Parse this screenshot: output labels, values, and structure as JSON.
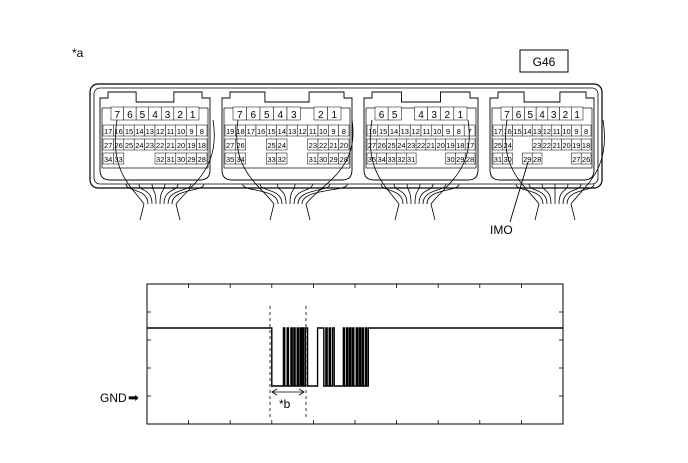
{
  "figure": {
    "callout_a": "*a",
    "connector_code": "G46",
    "imo_label": "IMO",
    "gnd_label": "GND",
    "arrow_glyph": "➡",
    "callout_b": "*b"
  },
  "connector": {
    "blocks": [
      {
        "row1": [
          "7",
          "6",
          "5",
          "4",
          "3",
          "2",
          "1"
        ],
        "row2": [
          "17",
          "16",
          "15",
          "14",
          "13",
          "12",
          "11",
          "10",
          "9",
          "8"
        ],
        "row3": [
          "27",
          "26",
          "25",
          "24",
          "23",
          "22",
          "21",
          "20",
          "19",
          "18"
        ],
        "row4": [
          "34",
          "33",
          "",
          "",
          "",
          "32",
          "31",
          "30",
          "29",
          "28"
        ]
      },
      {
        "row1": [
          "7",
          "6",
          "5",
          "4",
          "3",
          "",
          "2",
          "1"
        ],
        "row2": [
          "19",
          "18",
          "17",
          "16",
          "15",
          "14",
          "13",
          "12",
          "11",
          "10",
          "9",
          "8"
        ],
        "row3": [
          "27",
          "26",
          "",
          "",
          "25",
          "24",
          "",
          "",
          "23",
          "22",
          "21",
          "20"
        ],
        "row4": [
          "35",
          "34",
          "",
          "",
          "33",
          "32",
          "",
          "",
          "31",
          "30",
          "29",
          "28"
        ]
      },
      {
        "row1": [
          "6",
          "5",
          "",
          "4",
          "3",
          "2",
          "1"
        ],
        "row2": [
          "16",
          "15",
          "14",
          "13",
          "12",
          "11",
          "10",
          "9",
          "8",
          "7"
        ],
        "row3": [
          "27",
          "26",
          "25",
          "24",
          "23",
          "22",
          "21",
          "20",
          "19",
          "18",
          "17"
        ],
        "row4": [
          "35",
          "34",
          "33",
          "32",
          "31",
          "",
          "",
          "",
          "30",
          "29",
          "28"
        ]
      },
      {
        "row1": [
          "7",
          "6",
          "5",
          "4",
          "3",
          "2",
          "1"
        ],
        "row2": [
          "17",
          "16",
          "15",
          "14",
          "13",
          "12",
          "11",
          "10",
          "9",
          "8"
        ],
        "row3": [
          "25",
          "24",
          "",
          "",
          "23",
          "22",
          "21",
          "20",
          "19",
          "18"
        ],
        "row4": [
          "31",
          "30",
          "",
          "29",
          "28",
          "",
          "",
          "",
          "27",
          "26"
        ]
      }
    ]
  },
  "waveform": {
    "levels": {
      "high": 1,
      "low": 0
    },
    "segments": [
      [
        0.0,
        1
      ],
      [
        0.3,
        0
      ],
      [
        0.328,
        1
      ],
      [
        0.331,
        0
      ],
      [
        0.337,
        1
      ],
      [
        0.34,
        0
      ],
      [
        0.346,
        1
      ],
      [
        0.349,
        0
      ],
      [
        0.353,
        1
      ],
      [
        0.356,
        0
      ],
      [
        0.361,
        1
      ],
      [
        0.364,
        0
      ],
      [
        0.368,
        1
      ],
      [
        0.371,
        0
      ],
      [
        0.374,
        1
      ],
      [
        0.377,
        0
      ],
      [
        0.381,
        1
      ],
      [
        0.386,
        0
      ],
      [
        0.41,
        1
      ],
      [
        0.425,
        0
      ],
      [
        0.43,
        1
      ],
      [
        0.433,
        0
      ],
      [
        0.438,
        1
      ],
      [
        0.441,
        0
      ],
      [
        0.446,
        1
      ],
      [
        0.45,
        0
      ],
      [
        0.472,
        1
      ],
      [
        0.475,
        0
      ],
      [
        0.48,
        1
      ],
      [
        0.483,
        0
      ],
      [
        0.487,
        1
      ],
      [
        0.49,
        0
      ],
      [
        0.494,
        1
      ],
      [
        0.497,
        0
      ],
      [
        0.503,
        1
      ],
      [
        0.506,
        0
      ],
      [
        0.51,
        1
      ],
      [
        0.513,
        0
      ],
      [
        0.517,
        1
      ],
      [
        0.52,
        0
      ],
      [
        0.525,
        1
      ],
      [
        0.528,
        0
      ],
      [
        0.532,
        1
      ],
      [
        1.0,
        1
      ]
    ]
  }
}
